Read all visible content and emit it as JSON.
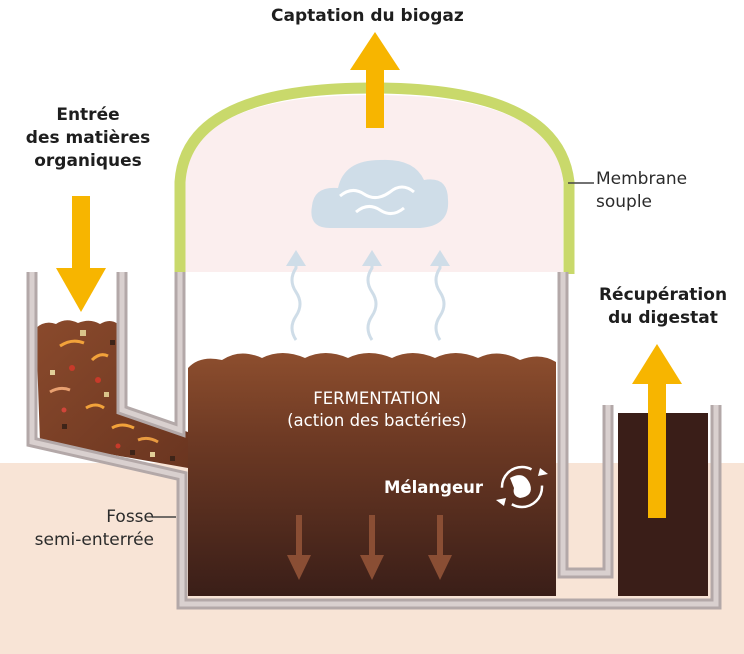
{
  "labels": {
    "biogas_capture": "Captation du biogaz",
    "input_line1": "Entrée",
    "input_line2": "des matières",
    "input_line3": "organiques",
    "membrane_line1": "Membrane",
    "membrane_line2": "souple",
    "digestate_line1": "Récupération",
    "digestate_line2": "du digestat",
    "fermentation_line1": "FERMENTATION",
    "fermentation_line2": "(action des bactéries)",
    "mixer": "Mélangeur",
    "pit_line1": "Fosse",
    "pit_line2": "semi-enterrée"
  },
  "icons": [
    "arrow-up-icon",
    "arrow-down-icon",
    "gas-cloud-icon",
    "rising-gas-arrow-icon",
    "mixer-icon",
    "settling-arrow-icon"
  ],
  "colors": {
    "arrow_yellow": "#f7b500",
    "membrane_green": "#c9d96b",
    "wall_gray": "#b3a8a8",
    "wall_inner": "#d9d0cf",
    "dome_interior": "#fbeeee",
    "ground": "#f8e4d6",
    "fermentation_brown": "#8a4b2c",
    "sludge_dark": "#3a1e18",
    "cloud_blue": "#cfdde8"
  }
}
